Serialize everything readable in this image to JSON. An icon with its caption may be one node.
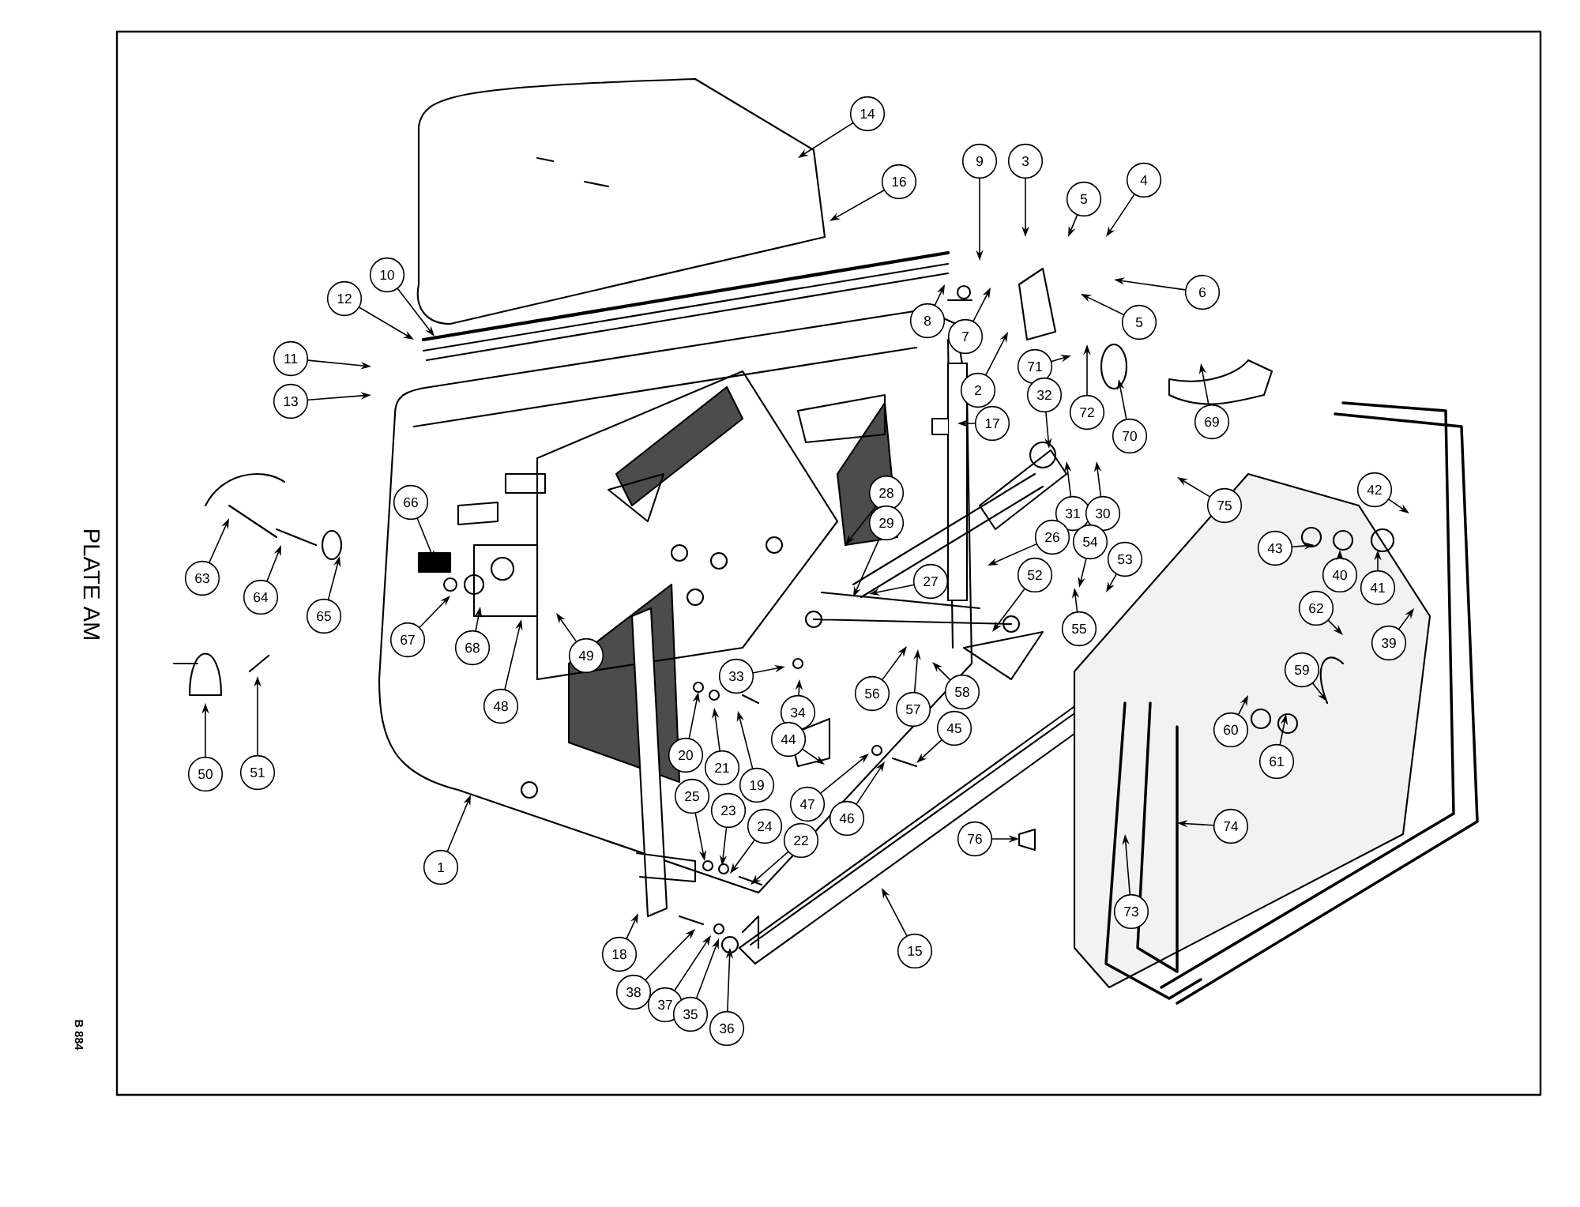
{
  "diagram": {
    "nodes": [
      {
        "text": [
          "14"
        ]
      },
      {
        "text": [
          "16"
        ]
      },
      {
        "text": [
          "9"
        ]
      },
      {
        "text": [
          "3"
        ]
      },
      {
        "text": [
          "5"
        ]
      },
      {
        "text": [
          "4"
        ]
      },
      {
        "text": [
          "8"
        ]
      },
      {
        "text": [
          "7"
        ]
      },
      {
        "text": [
          "5"
        ]
      },
      {
        "text": [
          "6"
        ]
      },
      {
        "text": [
          "10"
        ]
      },
      {
        "text": [
          "12"
        ]
      },
      {
        "text": [
          "11"
        ]
      },
      {
        "text": [
          "13"
        ]
      },
      {
        "text": [
          "2"
        ]
      },
      {
        "text": [
          "71"
        ]
      },
      {
        "text": [
          "72"
        ]
      },
      {
        "text": [
          "70"
        ]
      },
      {
        "text": [
          "69"
        ]
      },
      {
        "text": [
          "17"
        ]
      },
      {
        "text": [
          "32"
        ]
      },
      {
        "text": [
          "31"
        ]
      },
      {
        "text": [
          "30"
        ]
      },
      {
        "text": [
          "28"
        ]
      },
      {
        "text": [
          "29"
        ]
      },
      {
        "text": [
          "26"
        ]
      },
      {
        "text": [
          "27"
        ]
      },
      {
        "text": [
          "52"
        ]
      },
      {
        "text": [
          "54"
        ]
      },
      {
        "text": [
          "53"
        ]
      },
      {
        "text": [
          "55"
        ]
      },
      {
        "text": [
          "75"
        ]
      },
      {
        "text": [
          "42"
        ]
      },
      {
        "text": [
          "43"
        ]
      },
      {
        "text": [
          "40"
        ]
      },
      {
        "text": [
          "41"
        ]
      },
      {
        "text": [
          "62"
        ]
      },
      {
        "text": [
          "39"
        ]
      },
      {
        "text": [
          "59"
        ]
      },
      {
        "text": [
          "60"
        ]
      },
      {
        "text": [
          "61"
        ]
      },
      {
        "text": [
          "66"
        ]
      },
      {
        "text": [
          "63"
        ]
      },
      {
        "text": [
          "64"
        ]
      },
      {
        "text": [
          "65"
        ]
      },
      {
        "text": [
          "67"
        ]
      },
      {
        "text": [
          "68"
        ]
      },
      {
        "text": [
          "48"
        ]
      },
      {
        "text": [
          "49"
        ]
      },
      {
        "text": [
          "33"
        ]
      },
      {
        "text": [
          "34"
        ]
      },
      {
        "text": [
          "56"
        ]
      },
      {
        "text": [
          "57"
        ]
      },
      {
        "text": [
          "58"
        ]
      },
      {
        "text": [
          "20"
        ]
      },
      {
        "text": [
          "21"
        ]
      },
      {
        "text": [
          "19"
        ]
      },
      {
        "text": [
          "44"
        ]
      },
      {
        "text": [
          "45"
        ]
      },
      {
        "text": [
          "47"
        ]
      },
      {
        "text": [
          "46"
        ]
      },
      {
        "text": [
          "50"
        ]
      },
      {
        "text": [
          "51"
        ]
      },
      {
        "text": [
          "1"
        ]
      },
      {
        "text": [
          "25"
        ]
      },
      {
        "text": [
          "23"
        ]
      },
      {
        "text": [
          "24"
        ]
      },
      {
        "text": [
          "22"
        ]
      },
      {
        "text": [
          "76"
        ]
      },
      {
        "text": [
          "74"
        ]
      },
      {
        "text": [
          "73"
        ]
      },
      {
        "text": [
          "15"
        ]
      },
      {
        "text": [
          "18"
        ]
      },
      {
        "text": [
          "38"
        ]
      },
      {
        "text": [
          "37"
        ]
      },
      {
        "text": [
          "35"
        ]
      },
      {
        "text": [
          "36"
        ]
      }
    ],
    "edges": [
      {
        "from": 0,
        "to": null,
        "arrow": "to"
      },
      {
        "from": 1,
        "to": null,
        "arrow": "to"
      },
      {
        "from": 2,
        "to": null,
        "arrow": "to"
      },
      {
        "from": 3,
        "to": null,
        "arrow": "to"
      },
      {
        "from": 4,
        "to": null,
        "arrow": "to"
      },
      {
        "from": 5,
        "to": null,
        "arrow": "to"
      },
      {
        "from": 6,
        "to": null,
        "arrow": "to"
      },
      {
        "from": 7,
        "to": null,
        "arrow": "to"
      },
      {
        "from": 8,
        "to": null,
        "arrow": "to"
      },
      {
        "from": 9,
        "to": null,
        "arrow": "to"
      },
      {
        "from": 10,
        "to": null,
        "arrow": "to"
      },
      {
        "from": 11,
        "to": null,
        "arrow": "to"
      },
      {
        "from": 12,
        "to": null,
        "arrow": "to"
      },
      {
        "from": 13,
        "to": null,
        "arrow": "to"
      },
      {
        "from": 14,
        "to": null,
        "arrow": "to"
      },
      {
        "from": 15,
        "to": null,
        "arrow": "to"
      },
      {
        "from": 16,
        "to": null,
        "arrow": "to"
      },
      {
        "from": 17,
        "to": null,
        "arrow": "to"
      },
      {
        "from": 18,
        "to": null,
        "arrow": "to"
      },
      {
        "from": 19,
        "to": null,
        "arrow": "to"
      },
      {
        "from": 20,
        "to": null,
        "arrow": "to"
      },
      {
        "from": 21,
        "to": null,
        "arrow": "to"
      },
      {
        "from": 22,
        "to": null,
        "arrow": "to"
      },
      {
        "from": 23,
        "to": null,
        "arrow": "to"
      },
      {
        "from": 24,
        "to": null,
        "arrow": "to"
      },
      {
        "from": 25,
        "to": null,
        "arrow": "to"
      },
      {
        "from": 26,
        "to": null,
        "arrow": "to"
      },
      {
        "from": 27,
        "to": null,
        "arrow": "to"
      },
      {
        "from": 28,
        "to": null,
        "arrow": "to"
      },
      {
        "from": 29,
        "to": null,
        "arrow": "to"
      },
      {
        "from": 30,
        "to": null,
        "arrow": "to"
      },
      {
        "from": 31,
        "to": null,
        "arrow": "to"
      },
      {
        "from": 32,
        "to": null,
        "arrow": "to"
      },
      {
        "from": 33,
        "to": null,
        "arrow": "to"
      },
      {
        "from": 34,
        "to": null,
        "arrow": "to"
      },
      {
        "from": 35,
        "to": null,
        "arrow": "to"
      },
      {
        "from": 36,
        "to": null,
        "arrow": "to"
      },
      {
        "from": 37,
        "to": null,
        "arrow": "to"
      },
      {
        "from": 38,
        "to": null,
        "arrow": "to"
      },
      {
        "from": 39,
        "to": null,
        "arrow": "to"
      },
      {
        "from": 40,
        "to": null,
        "arrow": "to"
      },
      {
        "from": 41,
        "to": null,
        "arrow": "to"
      },
      {
        "from": 42,
        "to": null,
        "arrow": "to"
      },
      {
        "from": 43,
        "to": null,
        "arrow": "to"
      },
      {
        "from": 44,
        "to": null,
        "arrow": "to"
      },
      {
        "from": 45,
        "to": null,
        "arrow": "to"
      },
      {
        "from": 46,
        "to": null,
        "arrow": "to"
      },
      {
        "from": 47,
        "to": null,
        "arrow": "to"
      },
      {
        "from": 48,
        "to": null,
        "arrow": "to"
      },
      {
        "from": 49,
        "to": null,
        "arrow": "to"
      },
      {
        "from": 50,
        "to": null,
        "arrow": "to"
      },
      {
        "from": 51,
        "to": null,
        "arrow": "to"
      },
      {
        "from": 52,
        "to": null,
        "arrow": "to"
      },
      {
        "from": 53,
        "to": null,
        "arrow": "to"
      },
      {
        "from": 54,
        "to": null,
        "arrow": "to"
      },
      {
        "from": 55,
        "to": null,
        "arrow": "to"
      },
      {
        "from": 56,
        "to": null,
        "arrow": "to"
      },
      {
        "from": 57,
        "to": null,
        "arrow": "to"
      },
      {
        "from": 58,
        "to": null,
        "arrow": "to"
      },
      {
        "from": 59,
        "to": null,
        "arrow": "to"
      },
      {
        "from": 60,
        "to": null,
        "arrow": "to"
      },
      {
        "from": 61,
        "to": null,
        "arrow": "to"
      },
      {
        "from": 62,
        "to": null,
        "arrow": "to"
      },
      {
        "from": 63,
        "to": null,
        "arrow": "to"
      },
      {
        "from": 64,
        "to": null,
        "arrow": "to"
      },
      {
        "from": 65,
        "to": null,
        "arrow": "to"
      },
      {
        "from": 66,
        "to": null,
        "arrow": "to"
      },
      {
        "from": 67,
        "to": null,
        "arrow": "to"
      },
      {
        "from": 68,
        "to": null,
        "arrow": "to"
      },
      {
        "from": 69,
        "to": null,
        "arrow": "to"
      },
      {
        "from": 70,
        "to": null,
        "arrow": "to"
      },
      {
        "from": 71,
        "to": null,
        "arrow": "to"
      },
      {
        "from": 72,
        "to": null,
        "arrow": "to"
      },
      {
        "from": 73,
        "to": null,
        "arrow": "to"
      },
      {
        "from": 74,
        "to": null,
        "arrow": "to"
      },
      {
        "from": 75,
        "to": null,
        "arrow": "to"
      },
      {
        "from": 76,
        "to": null,
        "arrow": "to"
      }
    ],
    "labels": [
      "PLATE AM",
      "B 884"
    ]
  }
}
